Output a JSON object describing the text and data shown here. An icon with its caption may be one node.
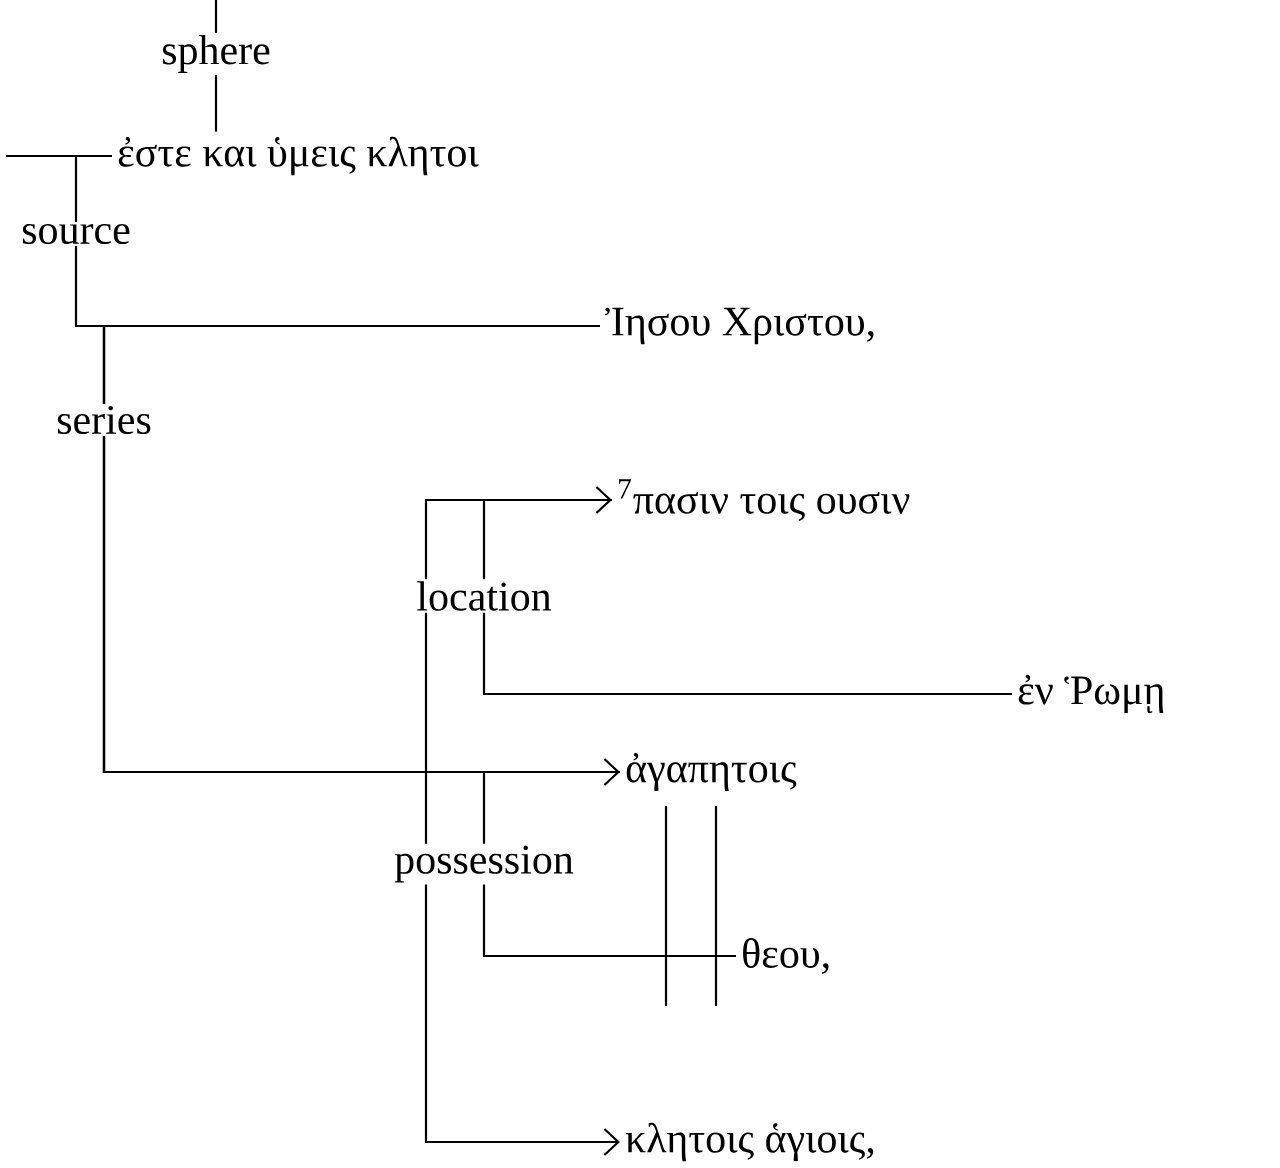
{
  "diagram": {
    "nodes": [
      {
        "text": [
          "ἐστε και ὑμεις κλητοι"
        ]
      },
      {
        "text": [
          "Ἰησου Χριστου,"
        ]
      },
      {
        "text": [
          "$^{7}$πασιν τοις ουσιν"
        ]
      },
      {
        "text": [
          "ἐν Ῥωμῃ"
        ]
      },
      {
        "text": [
          "ἀγαπητοις"
        ]
      },
      {
        "text": [
          "θεου,"
        ]
      },
      {
        "text": [
          "κλητοις ἁγιοις,"
        ]
      }
    ],
    "edges": [
      {
        "from": null,
        "to": 0,
        "arrow": "none",
        "label": "sphere"
      },
      {
        "from": null,
        "to": 0,
        "arrow": "none"
      },
      {
        "from": 0,
        "to": 1,
        "arrow": "none",
        "label": "source"
      },
      {
        "from": 1,
        "to": 2,
        "arrow": "to"
      },
      {
        "from": 1,
        "to": 4,
        "arrow": "to",
        "label": "series"
      },
      {
        "from": 1,
        "to": 6,
        "arrow": "to"
      },
      {
        "from": 2,
        "to": 3,
        "arrow": "none",
        "label": "location"
      },
      {
        "from": 4,
        "to": 5,
        "arrow": "none",
        "label": "possession"
      }
    ]
  }
}
